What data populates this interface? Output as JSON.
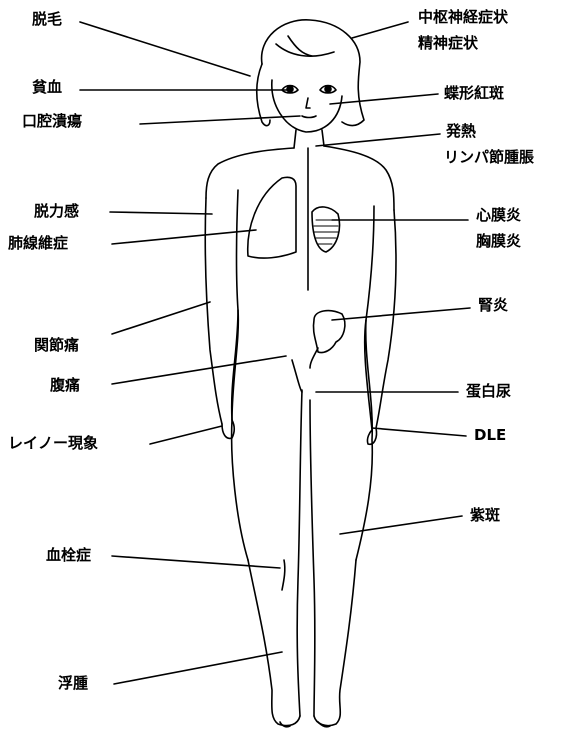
{
  "labels": {
    "datsumou": "脱毛",
    "hinketsu": "貧血",
    "koukuu_kaiyou": "口腔潰瘍",
    "datsuryokukan": "脱力感",
    "haisen_ishou": "肺線維症",
    "kansetsutsuu": "関節痛",
    "fukutsuu": "腹痛",
    "raynaud": "レイノー現象",
    "kessenshou": "血栓症",
    "fushu": "浮腫",
    "cns_line1": "中枢神経症状",
    "cns_line2": "精神症状",
    "chouhan": "蝶形紅斑",
    "hatsunetsu": "発熱",
    "lymph": "リンパ節腫脹",
    "shinmakuen": "心膜炎",
    "kyoumakuen": "胸膜炎",
    "jinen": "腎炎",
    "tanpaku_nyou": "蛋白尿",
    "dle": "DLE",
    "shihan": "紫斑"
  },
  "colors": {
    "line": "#000000",
    "background": "#ffffff"
  }
}
